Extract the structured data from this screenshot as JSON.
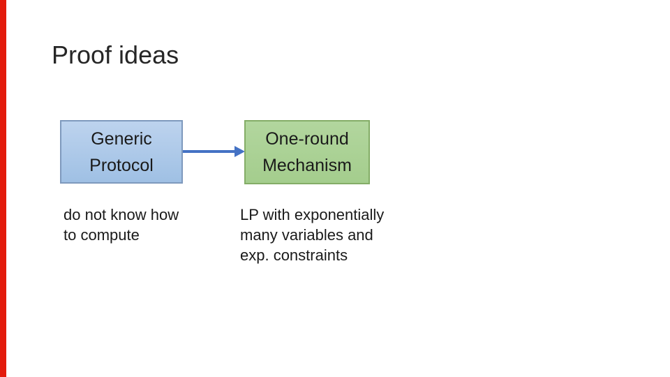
{
  "slide": {
    "title": "Proof ideas",
    "colors": {
      "accent_bar": "#e31b0c",
      "title_text": "#262626",
      "body_text": "#1a1a1a",
      "arrow": "#4472c4",
      "protocol_box_fill_top": "#bdd3ee",
      "protocol_box_fill_bottom": "#9fc0e4",
      "protocol_box_border": "#7e99bd",
      "mechanism_box_fill_top": "#b2d69e",
      "mechanism_box_fill_bottom": "#a4cd8d",
      "mechanism_box_border": "#84ad67"
    },
    "diagram": {
      "protocol_box": {
        "line1": "Generic",
        "line2": "Protocol"
      },
      "mechanism_box": {
        "line1": "One-round",
        "line2": "Mechanism"
      },
      "protocol_note": {
        "line1": "do not know how",
        "line2": "to compute"
      },
      "mechanism_note": {
        "line1": "LP with exponentially",
        "line2": "many variables and",
        "line3": "exp. constraints"
      }
    }
  }
}
